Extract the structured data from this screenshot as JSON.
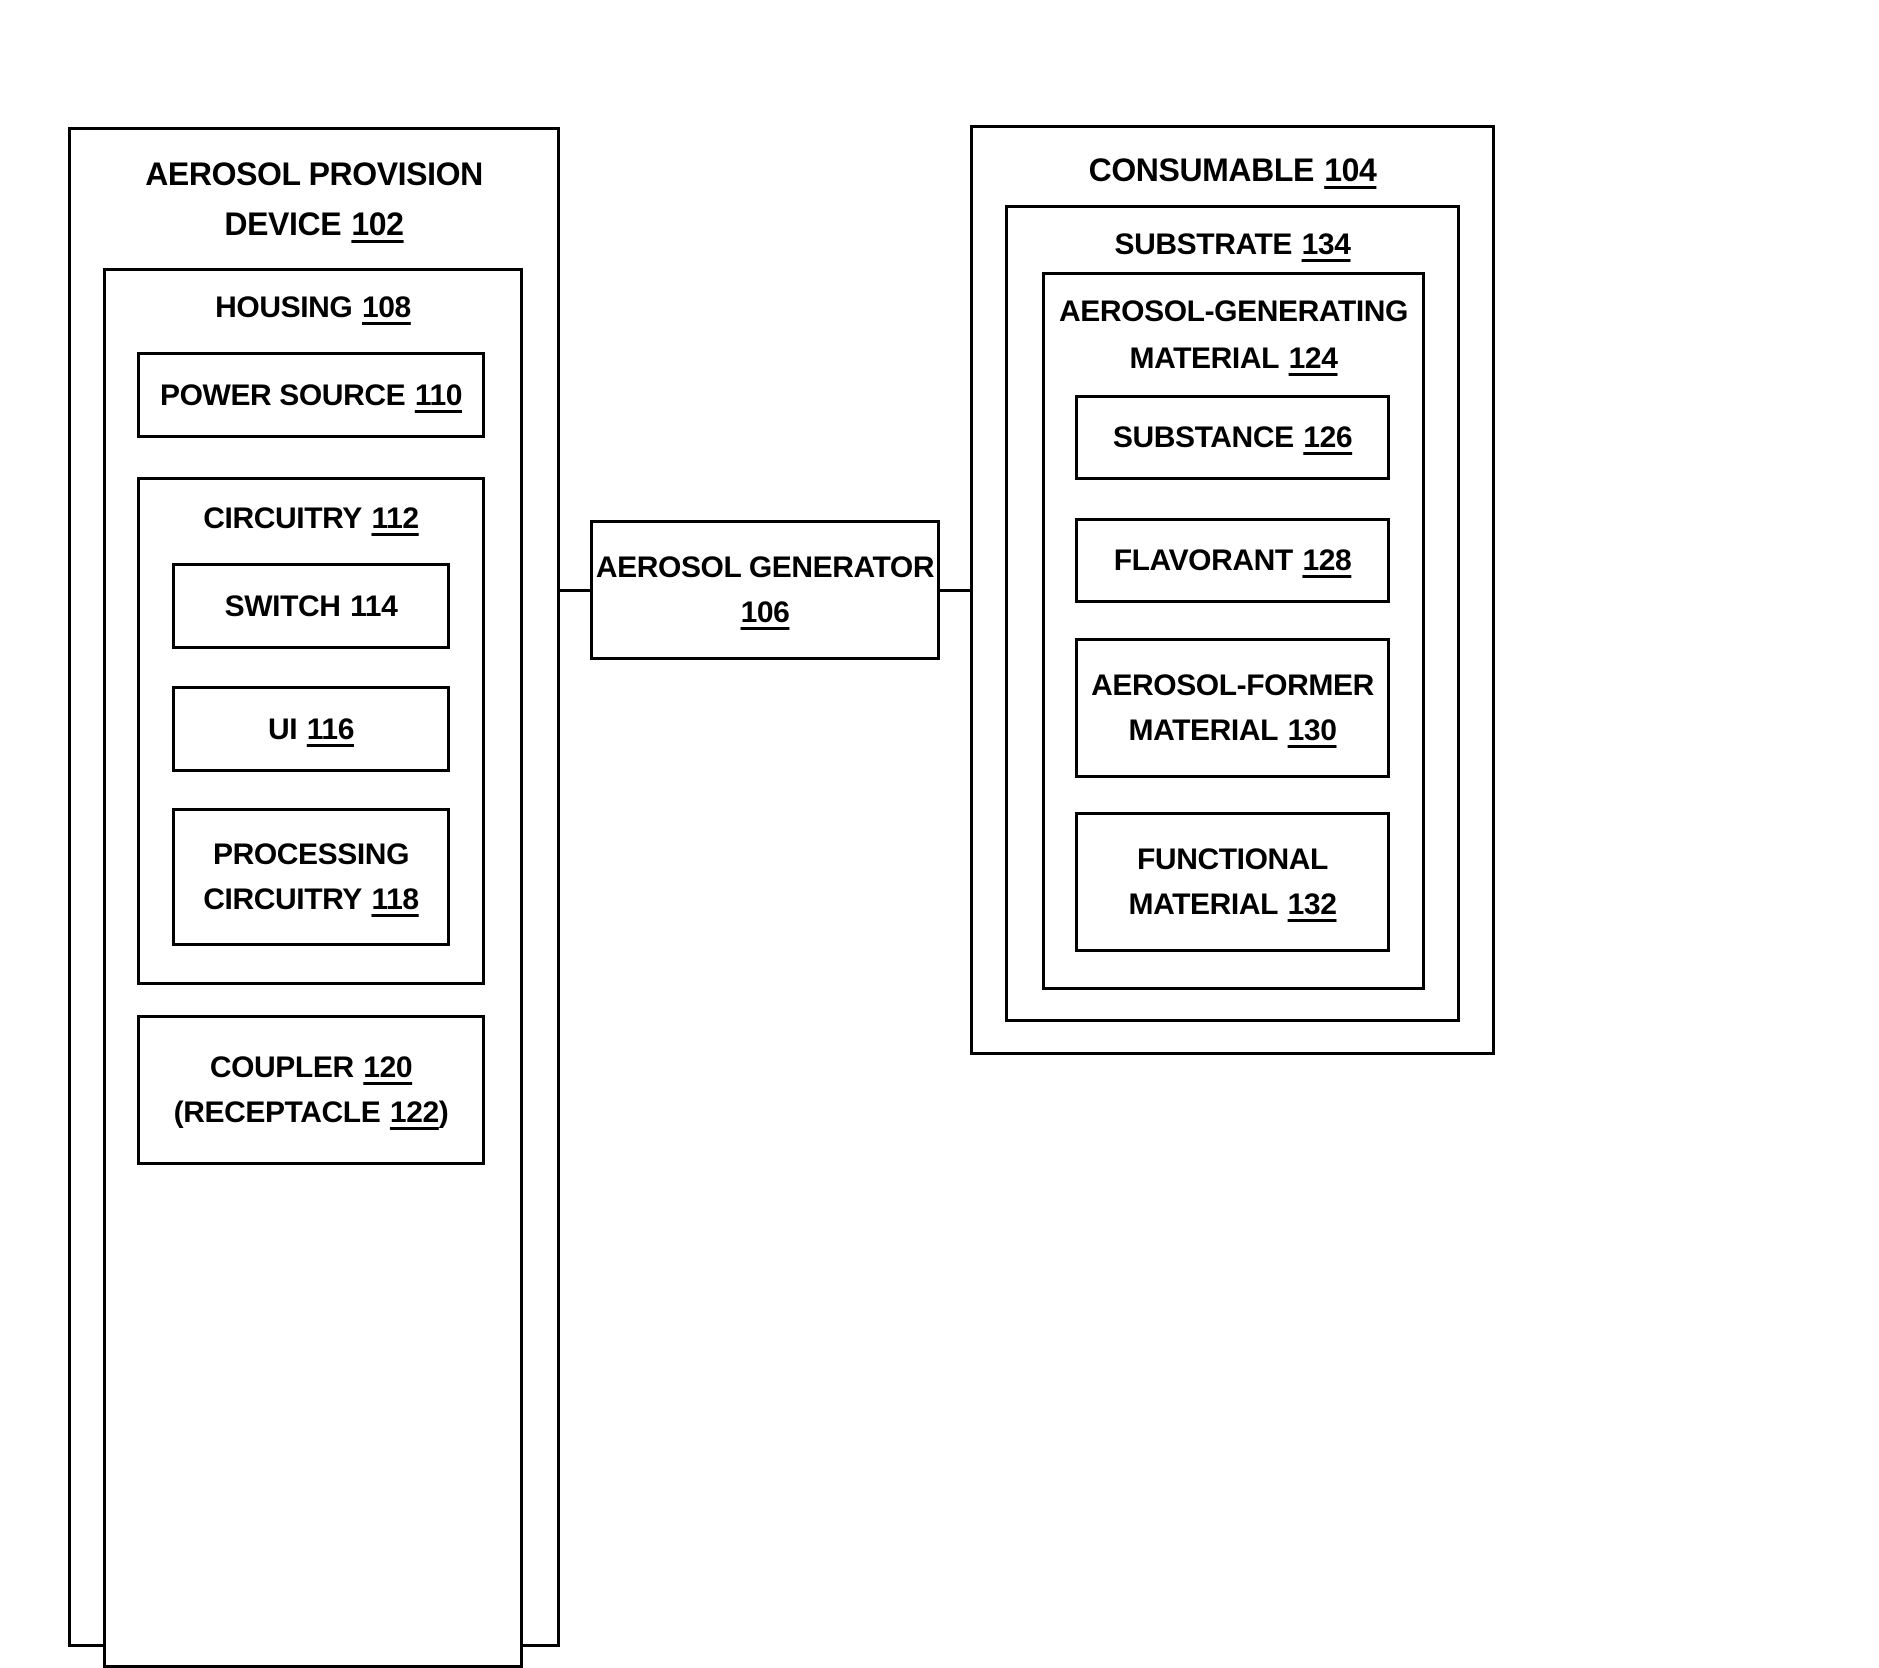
{
  "diagram": {
    "device": {
      "line1": "AEROSOL PROVISION",
      "line2": "DEVICE",
      "ref": "102"
    },
    "housing": {
      "label": "HOUSING",
      "ref": "108"
    },
    "power_source": {
      "label": "POWER SOURCE",
      "ref": "110"
    },
    "circuitry": {
      "label": "CIRCUITRY",
      "ref": "112"
    },
    "switch": {
      "label": "SWITCH",
      "ref": "114"
    },
    "ui": {
      "label": "UI",
      "ref": "116"
    },
    "processing_circuitry": {
      "line1": "PROCESSING",
      "line2": "CIRCUITRY",
      "ref": "118"
    },
    "coupler": {
      "line1": "COUPLER",
      "ref": "120",
      "line2": "(RECEPTACLE",
      "ref2": "122",
      "close": ")"
    },
    "aerosol_generator": {
      "line1": "AEROSOL GENERATOR",
      "ref": "106"
    },
    "consumable": {
      "label": "CONSUMABLE",
      "ref": "104"
    },
    "substrate": {
      "label": "SUBSTRATE",
      "ref": "134"
    },
    "aerosol_generating_material": {
      "line1": "AEROSOL-GENERATING",
      "line2": "MATERIAL",
      "ref": "124"
    },
    "substance": {
      "label": "SUBSTANCE",
      "ref": "126"
    },
    "flavorant": {
      "label": "FLAVORANT",
      "ref": "128"
    },
    "aerosol_former_material": {
      "line1": "AEROSOL-FORMER",
      "line2": "MATERIAL",
      "ref": "130"
    },
    "functional_material": {
      "line1": "FUNCTIONAL",
      "line2": "MATERIAL",
      "ref": "132"
    }
  }
}
